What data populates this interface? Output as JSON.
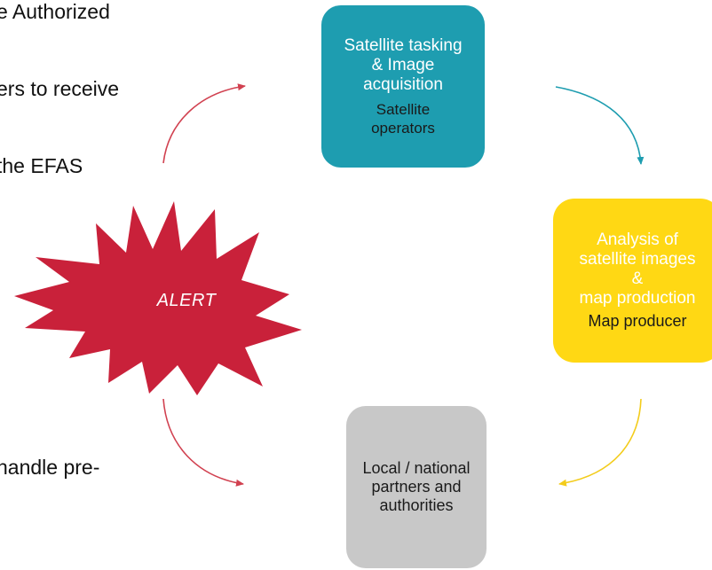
{
  "text_fragments": [
    "e Authorized",
    "ers to receive",
    "the EFAS",
    "handle pre-"
  ],
  "boxes": {
    "tasking": {
      "title": [
        "Satellite tasking",
        "& Image",
        "acquisition"
      ],
      "subtitle": [
        "Satellite",
        "operators"
      ],
      "fill": "#1e9db0",
      "title_color": "#ffffff",
      "subtitle_color": "#1a1a1a"
    },
    "analysis": {
      "title": [
        "Analysis of",
        "satellite images",
        "&",
        "map production"
      ],
      "subtitle": [
        "Map producer"
      ],
      "fill": "#ffd814",
      "title_color": "#ffffff",
      "subtitle_color": "#1a1a1a"
    },
    "partners": {
      "title": [
        "Local / national",
        "partners and",
        "authorities"
      ],
      "fill": "#c8c8c8",
      "title_color": "#1a1a1a"
    }
  },
  "alert": {
    "label": "ALERT",
    "fill": "#c9213a",
    "icon": "starburst-alert-icon"
  },
  "arrows": {
    "red": "#d14150",
    "teal": "#1e9db0",
    "yellow": "#f3cc1b"
  }
}
